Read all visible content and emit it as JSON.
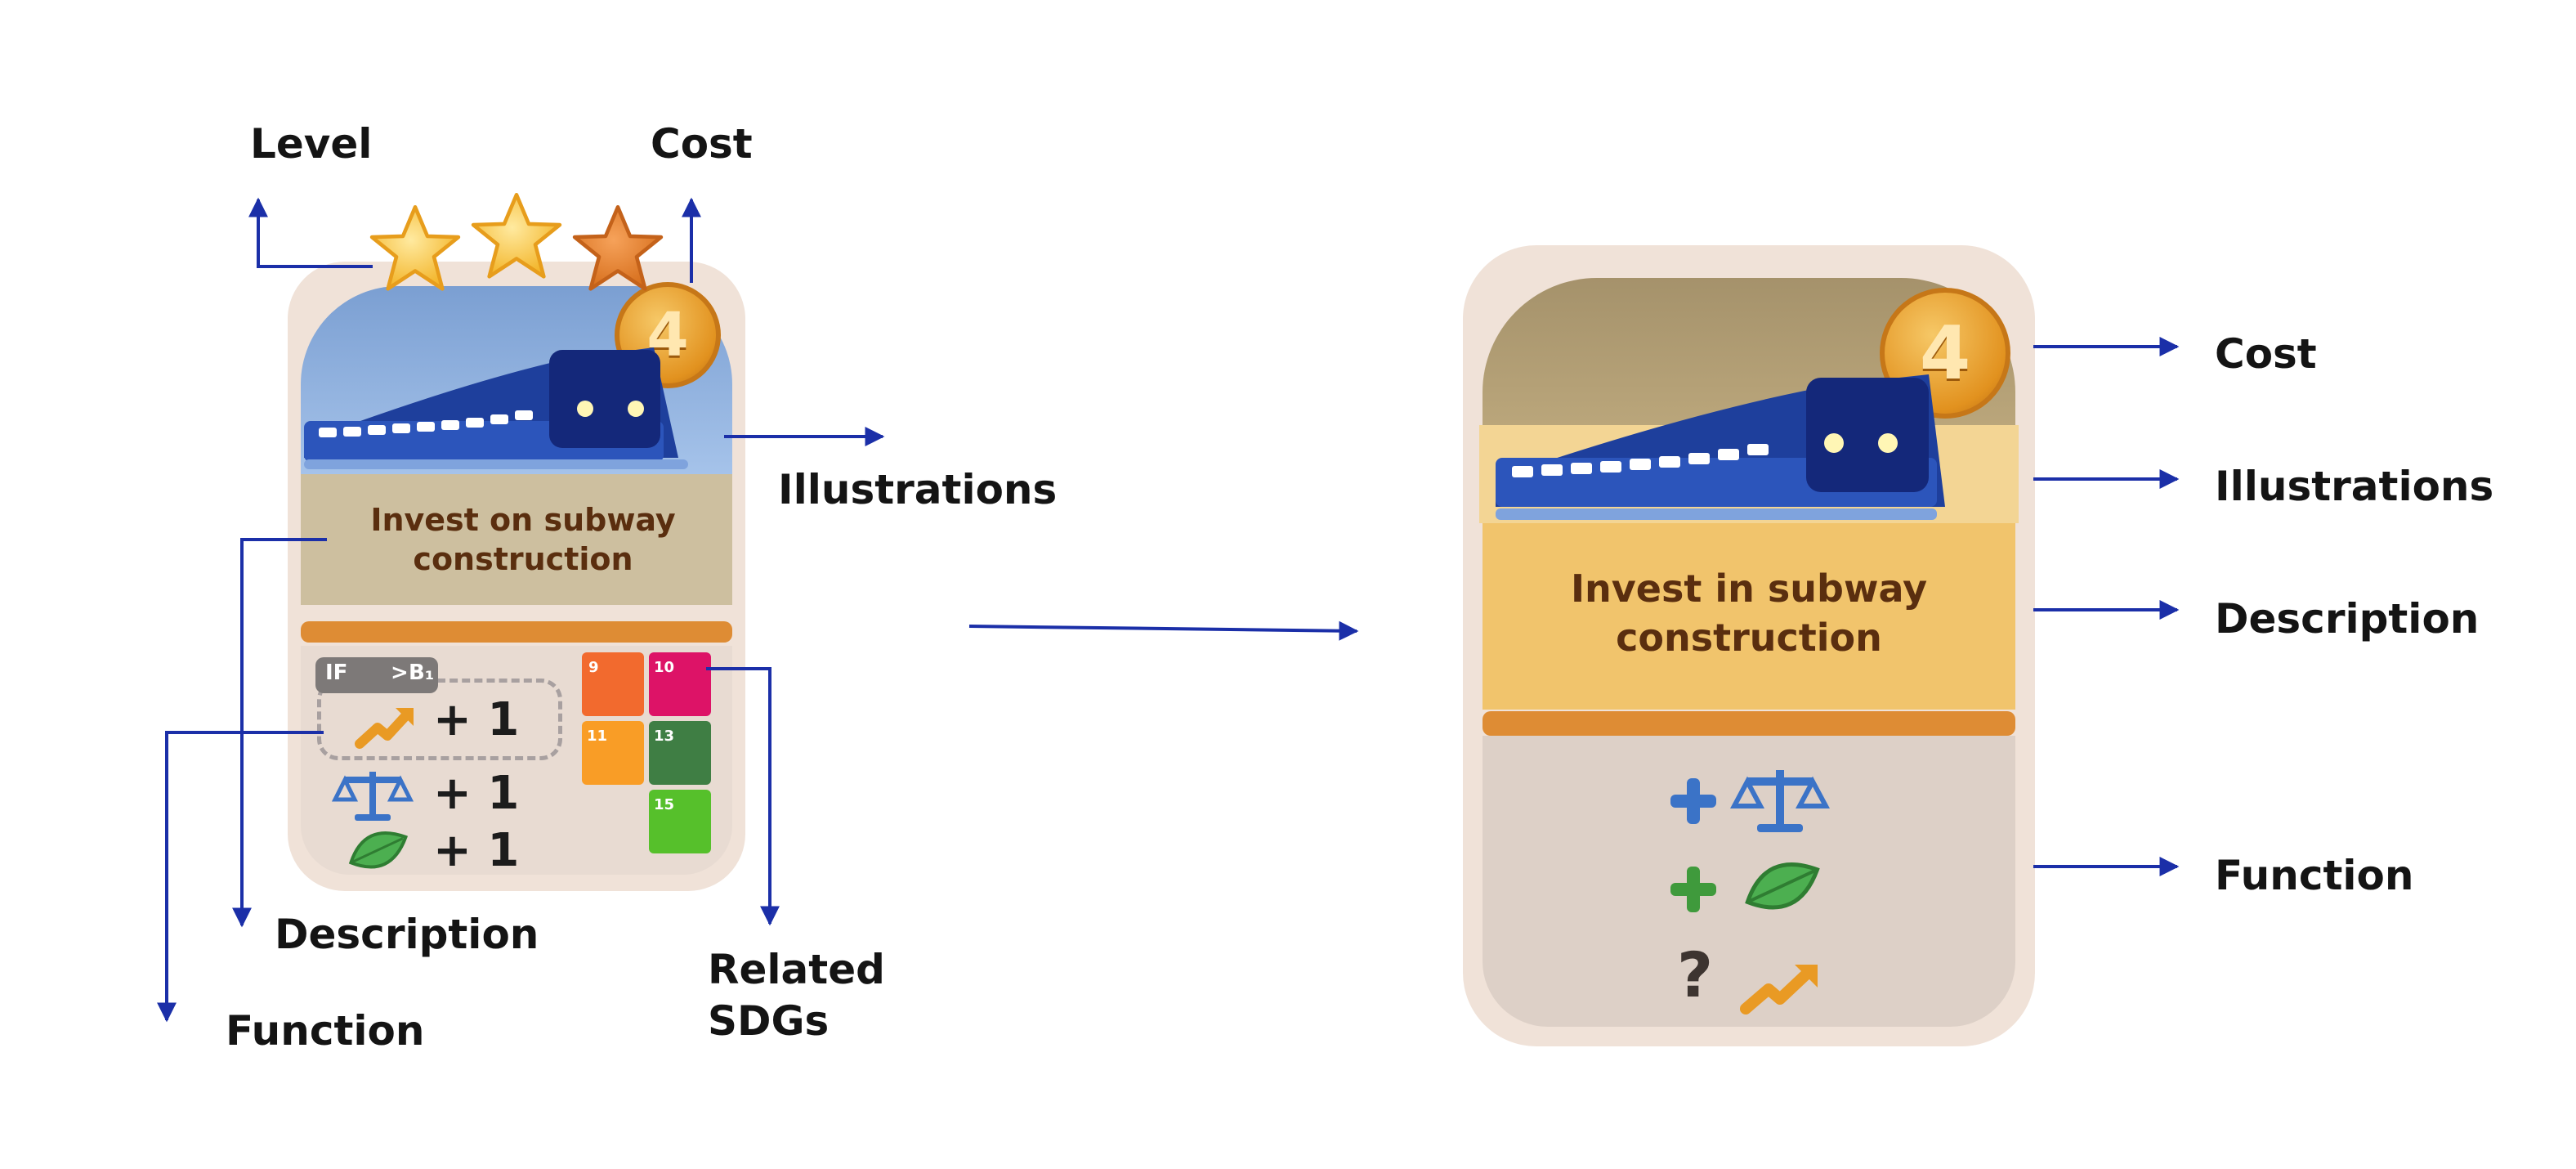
{
  "old_card": {
    "title_line1": "Invest on subway",
    "title_line2": "construction",
    "cost": "4",
    "level_stars": 3,
    "condition": "IF",
    "condition_op": ">",
    "condition_rhs": "B₁",
    "effects": [
      "+ 1",
      "+ 1",
      "+ 1"
    ],
    "sdgs": [
      {
        "number": "9",
        "color": "#f26a2e"
      },
      {
        "number": "10",
        "color": "#dd1367"
      },
      {
        "number": "11",
        "color": "#f99d26"
      },
      {
        "number": "13",
        "color": "#3f7e44"
      },
      {
        "number": "15",
        "color": "#56c02b"
      }
    ]
  },
  "new_card": {
    "title_line1": "Invest in subway",
    "title_line2": "construction",
    "cost": "4",
    "effect_question": "?"
  },
  "labels": {
    "level": "Level",
    "cost": "Cost",
    "illustrations": "Illustrations",
    "description": "Description",
    "function": "Function",
    "related_sdgs_line1": "Related",
    "related_sdgs_line2": "SDGs",
    "right_cost": "Cost",
    "right_illustrations": "Illustrations",
    "right_description": "Description",
    "right_function": "Function"
  },
  "colors": {
    "arrow": "#1b2fa8",
    "card_frame": "#f0e2d8",
    "old_banner": "#cdbf9f",
    "new_banner": "#f1c46c",
    "stripe": "#de8c34",
    "lower_panel": "#ddd0c7"
  },
  "icons": [
    "star-icon",
    "coin-icon",
    "subway-train-icon",
    "trend-arrow-icon",
    "balance-scale-icon",
    "leaf-icon",
    "plus-icon",
    "question-icon"
  ]
}
